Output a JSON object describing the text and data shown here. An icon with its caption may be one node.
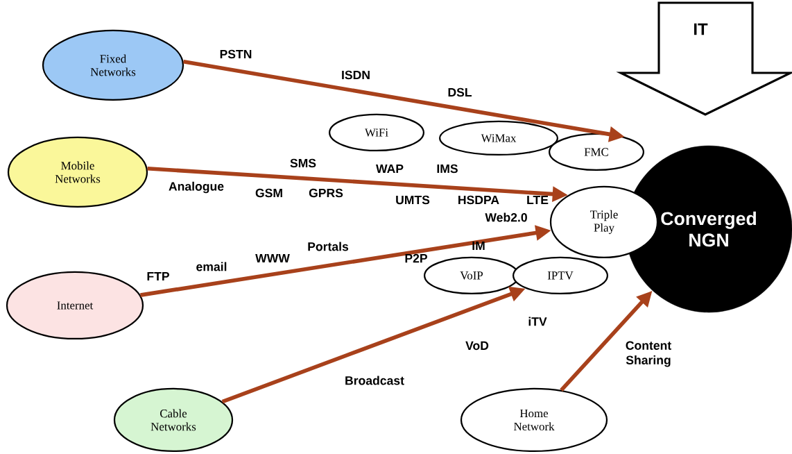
{
  "diagram": {
    "nodes": [
      {
        "text": [
          "Fixed Networks"
        ]
      },
      {
        "text": [
          "Mobile Networks"
        ]
      },
      {
        "text": [
          "Internet"
        ]
      },
      {
        "text": [
          "Cable Networks"
        ]
      },
      {
        "text": [
          "Home Network"
        ]
      },
      {
        "text": [
          "Converged NGN"
        ]
      },
      {
        "text": [
          "WiFi"
        ]
      },
      {
        "text": [
          "WiMax"
        ]
      },
      {
        "text": [
          "FMC"
        ]
      },
      {
        "text": [
          "Triple Play"
        ]
      },
      {
        "text": [
          "VoIP"
        ]
      },
      {
        "text": [
          "IPTV"
        ]
      },
      {
        "text": [
          "IT"
        ]
      }
    ],
    "edges": [
      {
        "from": 0,
        "to": 8,
        "arrow": "to"
      },
      {
        "from": 1,
        "to": 9,
        "arrow": "to"
      },
      {
        "from": 2,
        "to": 9,
        "arrow": "to"
      },
      {
        "from": 3,
        "to": 11,
        "arrow": "to"
      },
      {
        "from": 4,
        "to": 5,
        "arrow": "to"
      }
    ],
    "labels": [
      "PSTN",
      "ISDN",
      "DSL",
      "SMS",
      "WAP",
      "IMS",
      "Analogue",
      "GSM",
      "GPRS",
      "UMTS",
      "HSDPA",
      "LTE",
      "Web2.0",
      "Portals",
      "IM",
      "email",
      "WWW",
      "P2P",
      "FTP",
      "iTV",
      "VoD",
      "Broadcast",
      "Content Sharing"
    ]
  }
}
